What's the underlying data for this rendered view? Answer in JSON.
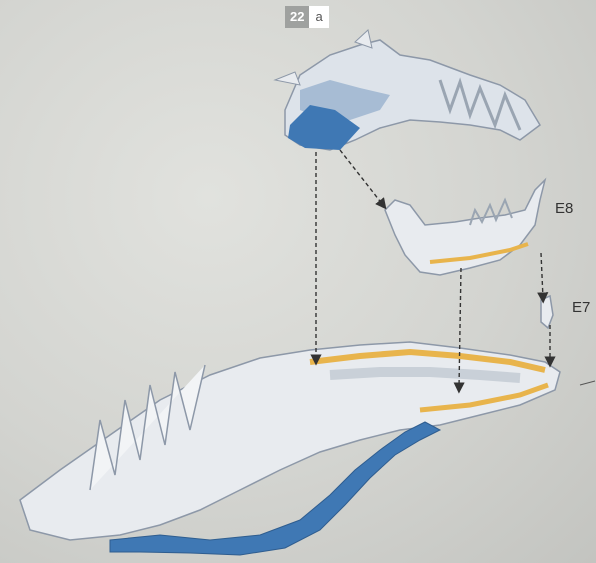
{
  "step": {
    "number": "22",
    "letter": "a"
  },
  "parts": [
    {
      "id": "E8",
      "label": "E8"
    },
    {
      "id": "E7",
      "label": "E7"
    }
  ],
  "colors": {
    "background": "#d3d4d0",
    "bone": "#e8ebef",
    "bone_shadow": "#a9b4c2",
    "blue_part": "#3f78b4",
    "yellow_part": "#e8b44c",
    "guide_line": "#333333"
  },
  "icons": [
    "skull-part",
    "lower-jaw-part",
    "small-clip-part",
    "skeleton-base",
    "assembly-arrow"
  ]
}
